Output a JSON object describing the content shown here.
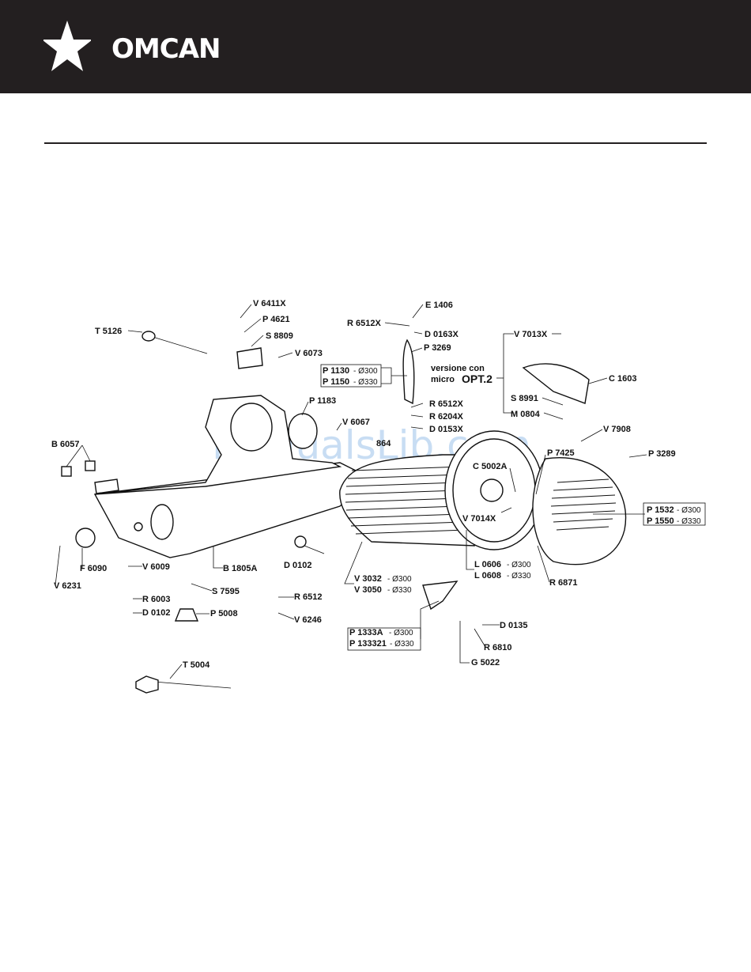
{
  "header": {
    "brand": "OMCAN",
    "bg_color": "#231f20"
  },
  "watermark": "ManualsLib.com",
  "diagram_note": {
    "line1": "versione con",
    "line2": "micro",
    "line2_emph": "OPT.2"
  },
  "parts": {
    "t5126": "T 5126",
    "v6411x": "V 6411X",
    "p4621": "P 4621",
    "s8809": "S 8809",
    "v6073": "V 6073",
    "e1406": "E 1406",
    "r6512x_a": "R 6512X",
    "d0163x_a": "D 0163X",
    "p3269": "P 3269",
    "p1130": "P 1130",
    "p1150": "P 1150",
    "v7013x": "V 7013X",
    "c1603": "C 1603",
    "s8991": "S 8991",
    "m0804": "M 0804",
    "p1183": "P 1183",
    "v6067": "V 6067",
    "x864": "864",
    "r6512x_b": "R 6512X",
    "r6204x": "R 6204X",
    "d0153x": "D 0153X",
    "v7908": "V 7908",
    "p3289": "P 3289",
    "p7425": "P 7425",
    "c5002a": "C 5002A",
    "v7014x": "V 7014X",
    "p1532": "P 1532",
    "p1550": "P 1550",
    "b6057": "B 6057",
    "f6090": "F 6090",
    "v6231": "V 6231",
    "v6009": "V 6009",
    "r6003": "R 6003",
    "d0102_a": "D 0102",
    "b1805a": "B 1805A",
    "s7595": "S 7595",
    "p5008": "P 5008",
    "d0102_b": "D 0102",
    "r6512": "R 6512",
    "v6246": "V 6246",
    "v3032": "V 3032",
    "v3050": "V 3050",
    "l0606": "L 0606",
    "l0608": "L 0608",
    "r6871": "R 6871",
    "p1333a": "P 1333A",
    "p133321": "P 133321",
    "d0135": "D 0135",
    "r6810": "R 6810",
    "g5022": "G 5022",
    "t5004": "T 5004"
  },
  "sizes": {
    "s300": "- Ø300",
    "s330": "- Ø330"
  }
}
